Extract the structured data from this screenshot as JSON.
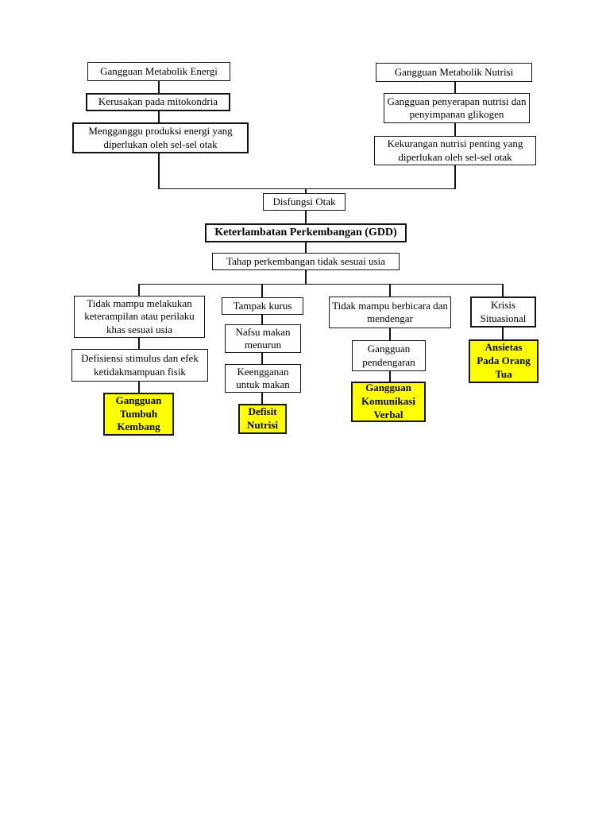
{
  "colors": {
    "highlight": "#ffff00",
    "line": "#141414",
    "background": "#ffffff"
  },
  "nodes": {
    "metabolik_energi": "Gangguan Metabolik Energi",
    "mitokondria": "Kerusakan pada mitokondria",
    "produksi_energi": "Mengganggu produksi energi yang diperlukan oleh sel-sel otak",
    "metabolik_nutrisi": "Gangguan Metabolik Nutrisi",
    "penyerapan_nutrisi": "Gangguan penyerapan nutrisi dan penyimpanan glikogen",
    "kekurangan_nutrisi": "Kekurangan nutrisi penting yang diperlukan oleh sel-sel otak",
    "disfungsi_otak": "Disfungsi Otak",
    "gdd": "Keterlambatan Perkembangan (GDD)",
    "tahap_perkembangan": "Tahap perkembangan tidak sesuai usia",
    "tidak_mampu_keterampilan": "Tidak mampu melakukan keterampilan atau perilaku khas sesuai usia",
    "defisiensi_stimulus": "Defisiensi stimulus dan efek ketidakmampuan fisik",
    "gangguan_tumbuh_kembang": "Gangguan Tumbuh Kembang",
    "tampak_kurus": "Tampak kurus",
    "nafsu_makan_menurun": "Nafsu makan menurun",
    "keengganan_makan": "Keengganan untuk makan",
    "defisit_nutrisi": "Defisit Nutrisi",
    "tidak_mampu_berbicara": "Tidak mampu berbicara dan mendengar",
    "gangguan_pendengaran": "Gangguan pendengaran",
    "gangguan_komunikasi_verbal": "Gangguan Komunikasi Verbal",
    "krisis_situasional": "Krisis Situasional",
    "ansietas_orang_tua": "Ansietas Pada Orang Tua"
  }
}
